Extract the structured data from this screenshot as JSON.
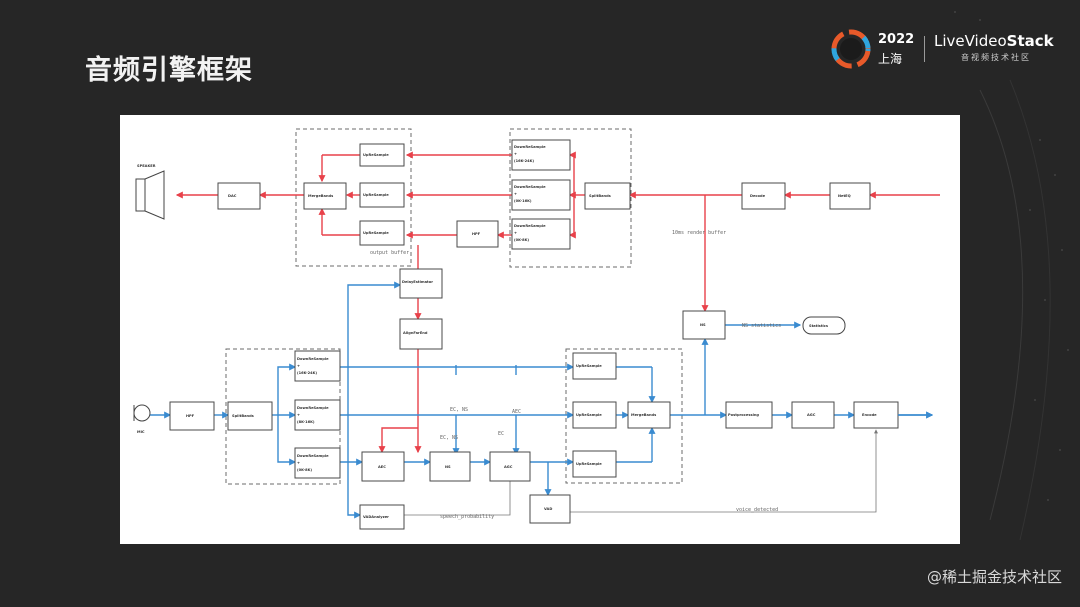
{
  "slide": {
    "title": "音频引擎框架"
  },
  "brand": {
    "year": "2022",
    "city": "上海",
    "name_prefix": "LiveVideo",
    "name_suffix": "Stack",
    "subtitle": "音视频技术社区"
  },
  "watermark": "@稀土掘金技术社区",
  "diagram": {
    "speaker": "SPEAKER",
    "mic": "MIC",
    "nodes": {
      "dac": "DAC",
      "merge_top": "MergeBands",
      "up1": "UpReSample",
      "up2": "UpReSample",
      "up3": "UpReSample",
      "down1": "DownReSample\n+\n(16K-24K)",
      "down2": "DownReSample\n+\n(0K-16K)",
      "down3": "DownReSample\n+\n(0K-8K)",
      "split_top": "SplitBands",
      "hpf_top": "HPF",
      "decode": "Decode",
      "netq": "NetEQ",
      "delay_est": "DelayEstimator",
      "align_far": "AlignFarEnd",
      "ns": "NS",
      "hpf_bottom": "HPF",
      "split_bottom": "SplitBands",
      "down4": "DownReSample\n+\n(16K-24K)",
      "down5": "DownReSample\n+\n(8K-16K)",
      "down6": "DownReSample\n+\n(0K-8K)",
      "aec": "AEC",
      "ns2": "NS",
      "agc": "AGC",
      "up4": "UpReSample",
      "up5": "UpReSample",
      "up6": "UpReSample",
      "merge_bottom": "MergeBands",
      "postproc": "Postprocessing",
      "agc2": "AGC",
      "encode": "Encode",
      "vad": "VAD",
      "vad_analyzer": "VADAnalyzer",
      "statistics": "Statistics"
    },
    "labels": {
      "render_buffer": "10ms render buffer",
      "output_buffer": "output buffer",
      "ns_statistics": "NS statistics",
      "speech_probability": "speech_probability",
      "voice_detected": "voice_detected",
      "ec_ns_1": "EC, NS",
      "ec_ns_2": "EC, NS",
      "ec": "EC",
      "aec_label": "AEC"
    },
    "colors": {
      "render_path": "#e8414a",
      "capture_path": "#3a8bd0"
    }
  }
}
